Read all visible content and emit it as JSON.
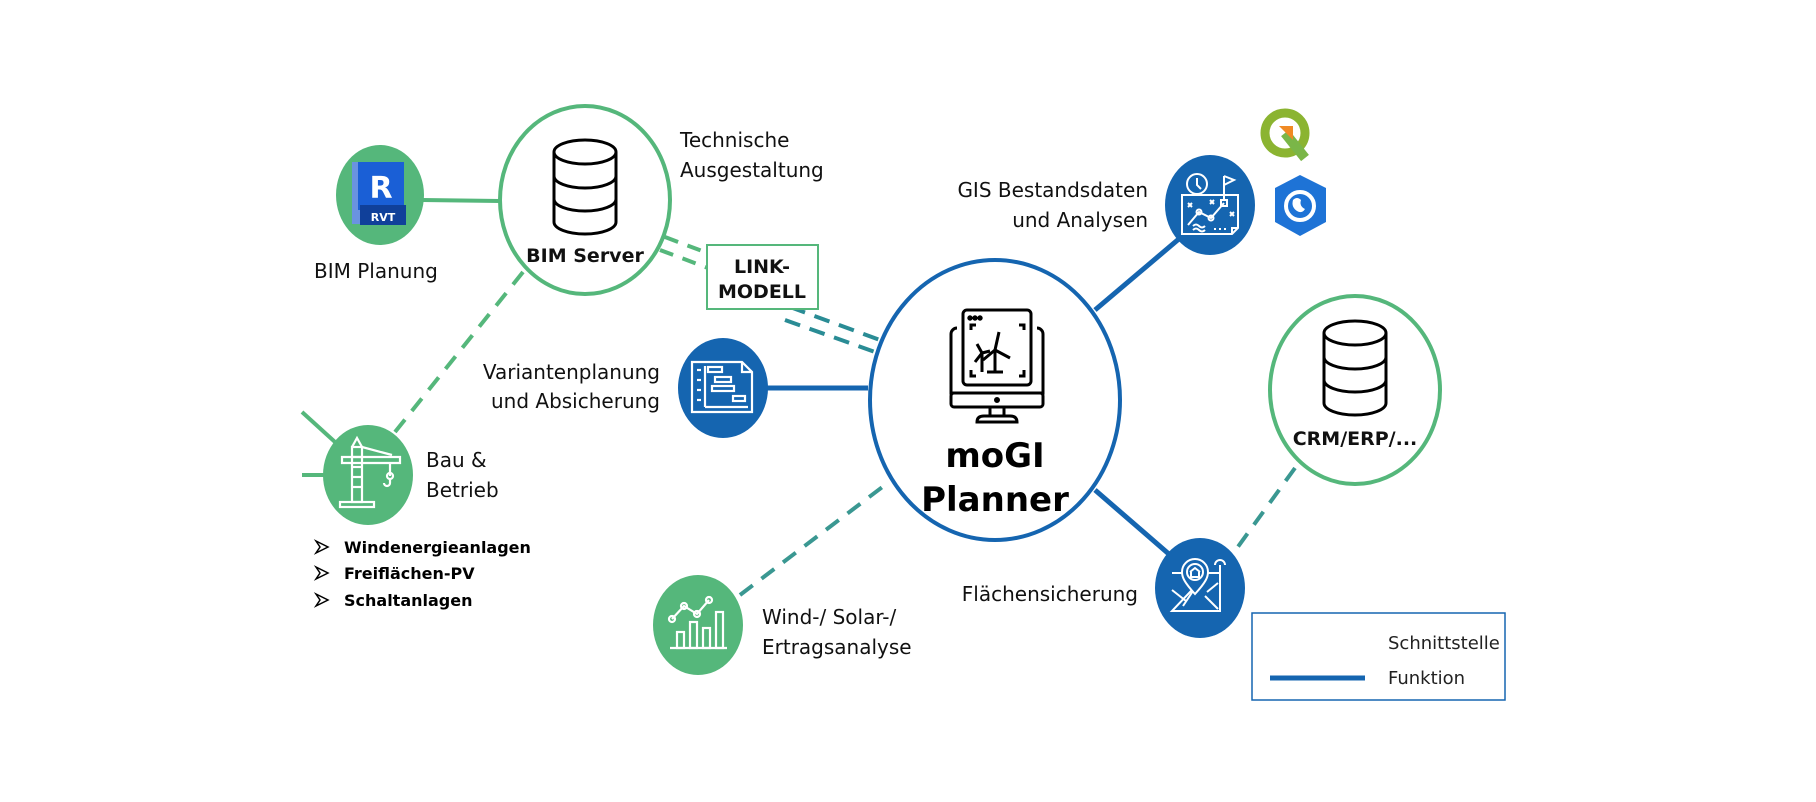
{
  "colors": {
    "green": "#55b77b",
    "blue": "#1565b0",
    "teal": "#2a8c95",
    "icon_white": "#ffffff",
    "rvt_blue": "#1a5fd6",
    "rvt_dark": "#10409a"
  },
  "center": {
    "title_line1": "moGI",
    "title_line2": "Planner",
    "icon": "monitor-wind-turbine-icon"
  },
  "nodes": {
    "bim_server": {
      "label": "BIM Server",
      "icon": "database-icon"
    },
    "crm": {
      "label": "CRM/ERP/...",
      "icon": "database-icon"
    },
    "rvt": {
      "badge": "RVT",
      "letter": "R",
      "caption": "BIM Planung"
    },
    "tech": {
      "line1": "Technische",
      "line2": "Ausgestaltung"
    },
    "link_model": {
      "line1": "LINK-",
      "line2": "MODELL"
    },
    "gis": {
      "line1": "GIS Bestandsdaten",
      "line2": "und Analysen",
      "icon": "map-analysis-icon"
    },
    "variants": {
      "line1": "Variantenplanung",
      "line2": "und Absicherung",
      "icon": "gantt-document-icon"
    },
    "bau": {
      "line1": "Bau &",
      "line2": "Betrieb",
      "icon": "crane-icon",
      "items": [
        "Windenergieanlagen",
        "Freiflächen-PV",
        "Schaltanlagen"
      ]
    },
    "yield": {
      "line1": "Wind-/ Solar-/",
      "line2": "Ertragsanalyse",
      "icon": "chart-icon"
    },
    "area": {
      "label": "Flächensicherung",
      "icon": "map-pin-icon"
    }
  },
  "legend": {
    "items": [
      {
        "label": "Schnittstelle",
        "style": "dashed"
      },
      {
        "label": "Funktion",
        "style": "solid"
      }
    ]
  }
}
